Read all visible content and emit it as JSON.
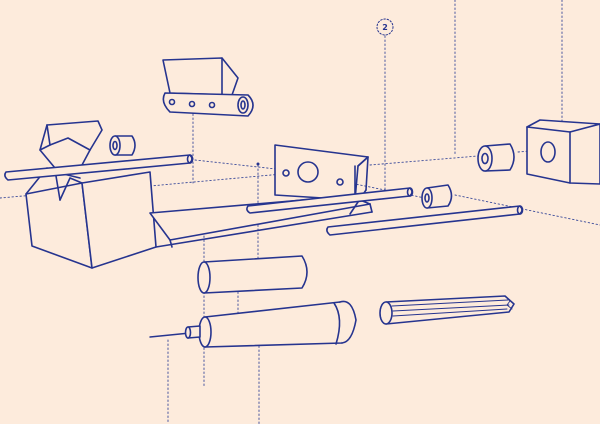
{
  "diagram": {
    "callout": {
      "label": "2"
    },
    "colors": {
      "background": "#fdebdc",
      "ink": "#26348f",
      "guide": "#3a4a9a"
    },
    "parts": [
      "base-block",
      "v-clamp-jaw",
      "guide-rod-long",
      "small-spacer-left",
      "hinge-plate",
      "center-plate",
      "guide-rod-mid",
      "small-spacer-right",
      "guide-rod-front",
      "end-block",
      "end-spacer",
      "cylinder-sleeve",
      "tube-body",
      "shaft-pin",
      "drill-bit"
    ]
  }
}
